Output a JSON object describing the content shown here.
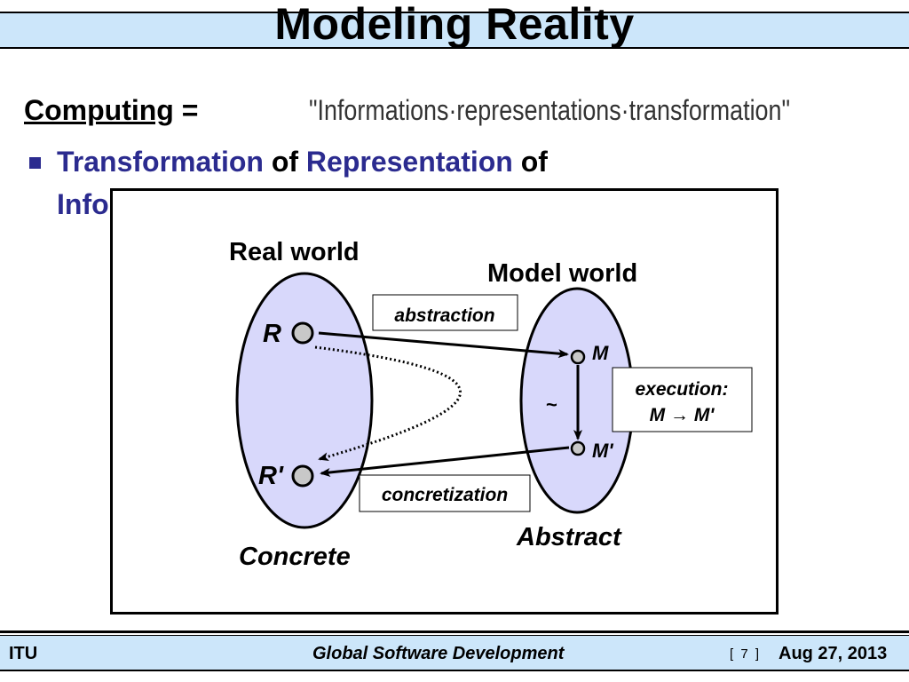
{
  "title": "Modeling Reality",
  "definition": {
    "term": "Computing",
    "equals": " =",
    "quote": "\"Informations·representations·transformation\""
  },
  "bullet": {
    "line1": {
      "w1": "Transformation",
      "w2": " of ",
      "w3": "Representation",
      "w4": " of"
    },
    "line2_visible_fragment": "Info"
  },
  "diagram": {
    "real_world_label": "Real world",
    "model_world_label": "Model world",
    "concrete_label": "Concrete",
    "abstract_label": "Abstract",
    "node_r": "R",
    "node_r_prime": "R'",
    "node_m": "M",
    "node_m_prime": "M'",
    "tilde": "~",
    "abstraction_label": "abstraction",
    "concretization_label": "concretization",
    "execution_line1": "execution:",
    "execution_line2": "M → M'"
  },
  "colors": {
    "title_band": "#cce6fa",
    "ellipse_fill": "#d8d8fb",
    "node_fill": "#c8c8c8",
    "bullet_blue": "#2b2b8f"
  },
  "footer": {
    "left": "ITU",
    "center": "Global Software Development",
    "page": "[ 7 ]",
    "date": "Aug 27, 2013"
  }
}
